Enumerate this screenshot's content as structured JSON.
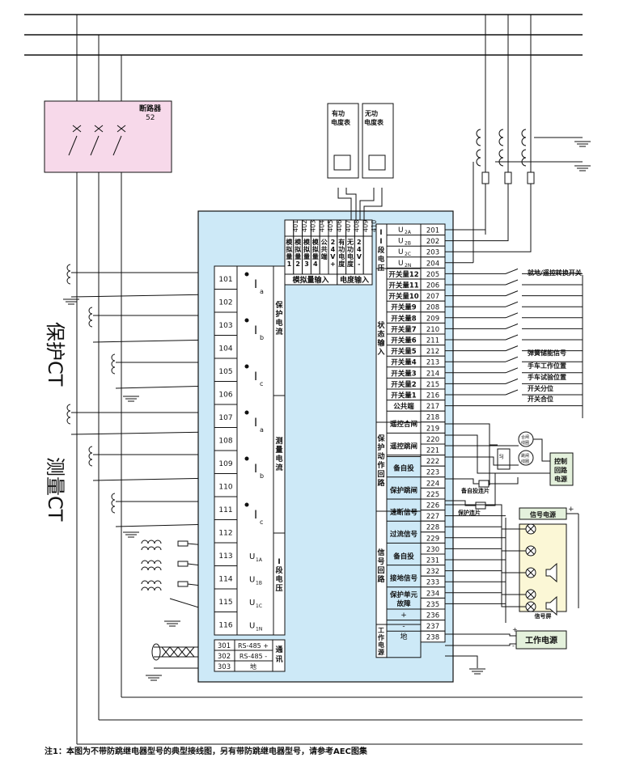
{
  "labels": {
    "breaker_title": "断路器",
    "breaker_num": "52",
    "prot_ct": "保护CT",
    "meas_ct": "测量CT",
    "active_meter": "有功电度表",
    "reactive_meter": "无功电度表",
    "analog_input": "模拟量输入",
    "energy_input": "电度输入",
    "prot_current": "保护电流",
    "meas_current": "测量电流",
    "stage1_voltage": "I段电压",
    "comm": "通讯",
    "stage2_voltage": "II段电压",
    "status_input": "状态输入",
    "prot_action": "保护动作回路",
    "signal_loop": "信号回路",
    "work_power_col": "工作电源",
    "remote_switch": "就地/遥控转换开关",
    "spring_signal": "弹簧储能信号",
    "cart_work": "手车工作位置",
    "cart_test": "手车试验位置",
    "sw_open_pos": "开关分位",
    "sw_close_pos": "开关合位",
    "close_coil": "合闸线圈",
    "trip_coil": "跳闸线圈",
    "control_power": "控制回路电源",
    "backup_plate": "备自投连片",
    "prot_plate": "保护连片",
    "signal_power": "信号电源",
    "signal_screen": "信号屏",
    "work_power": "工作电源",
    "sj": "SJ"
  },
  "top_terms": [
    {
      "n": "401",
      "d": "模拟量1"
    },
    {
      "n": "402",
      "d": "模拟量2"
    },
    {
      "n": "403",
      "d": "模拟量3"
    },
    {
      "n": "404",
      "d": "模拟量4"
    },
    {
      "n": "405",
      "d": "公共端"
    },
    {
      "n": "406",
      "d": "24V+"
    },
    {
      "n": "407",
      "d": "有功电度"
    },
    {
      "n": "408",
      "d": "无功电度"
    },
    {
      "n": "409",
      "d": "24V-"
    },
    {
      "n": "410",
      "d": ""
    }
  ],
  "left_terms": [
    {
      "n": "101",
      "g": "Ia"
    },
    {
      "n": "102",
      "g": ""
    },
    {
      "n": "103",
      "g": "Ib"
    },
    {
      "n": "104",
      "g": ""
    },
    {
      "n": "105",
      "g": "Ic"
    },
    {
      "n": "106",
      "g": ""
    },
    {
      "n": "107",
      "g": "Ia"
    },
    {
      "n": "108",
      "g": ""
    },
    {
      "n": "109",
      "g": "Ib"
    },
    {
      "n": "110",
      "g": ""
    },
    {
      "n": "111",
      "g": "Ic"
    },
    {
      "n": "112",
      "g": ""
    },
    {
      "n": "113",
      "g": "U1A"
    },
    {
      "n": "114",
      "g": "U1B"
    },
    {
      "n": "115",
      "g": "U1C"
    },
    {
      "n": "116",
      "g": "U1N"
    }
  ],
  "comm_terms": [
    {
      "n": "301",
      "d": "RS-485 +"
    },
    {
      "n": "302",
      "d": "RS-485 -"
    },
    {
      "n": "303",
      "d": "地"
    }
  ],
  "right_terms": [
    {
      "n": "201",
      "d": "U2A"
    },
    {
      "n": "202",
      "d": "U2B"
    },
    {
      "n": "203",
      "d": "U2C"
    },
    {
      "n": "204",
      "d": "U2N"
    },
    {
      "n": "205",
      "d": "开关量12"
    },
    {
      "n": "206",
      "d": "开关量11"
    },
    {
      "n": "207",
      "d": "开关量10"
    },
    {
      "n": "208",
      "d": "开关量9"
    },
    {
      "n": "209",
      "d": "开关量8"
    },
    {
      "n": "210",
      "d": "开关量7"
    },
    {
      "n": "211",
      "d": "开关量6"
    },
    {
      "n": "212",
      "d": "开关量5"
    },
    {
      "n": "213",
      "d": "开关量4"
    },
    {
      "n": "214",
      "d": "开关量3"
    },
    {
      "n": "215",
      "d": "开关量2"
    },
    {
      "n": "216",
      "d": "开关量1"
    },
    {
      "n": "217",
      "d": "公共端"
    },
    {
      "n": "218",
      "d": "遥控合闸"
    },
    {
      "n": "219",
      "d": ""
    },
    {
      "n": "220",
      "d": "遥控跳闸"
    },
    {
      "n": "221",
      "d": ""
    },
    {
      "n": "222",
      "d": "备自投"
    },
    {
      "n": "223",
      "d": ""
    },
    {
      "n": "224",
      "d": "保护跳闸"
    },
    {
      "n": "225",
      "d": ""
    },
    {
      "n": "226",
      "d": "速断信号"
    },
    {
      "n": "227",
      "d": ""
    },
    {
      "n": "228",
      "d": "过流信号"
    },
    {
      "n": "229",
      "d": ""
    },
    {
      "n": "230",
      "d": "备自投"
    },
    {
      "n": "231",
      "d": ""
    },
    {
      "n": "232",
      "d": "接地信号"
    },
    {
      "n": "233",
      "d": ""
    },
    {
      "n": "234",
      "d": "保护单元故障"
    },
    {
      "n": "235",
      "d": ""
    },
    {
      "n": "236",
      "d": "+"
    },
    {
      "n": "237",
      "d": "-"
    },
    {
      "n": "238",
      "d": "地"
    }
  ],
  "footnote": "注1：本图为不带防跳继电器型号的典型接线图，另有带防跳继电器型号，请参考AEC图集",
  "colors": {
    "relay_fill": "#cde9f7",
    "breaker_fill": "#f7d9ea",
    "box_fill": "#e4f1dc",
    "screen_fill": "#fbf7d6"
  }
}
